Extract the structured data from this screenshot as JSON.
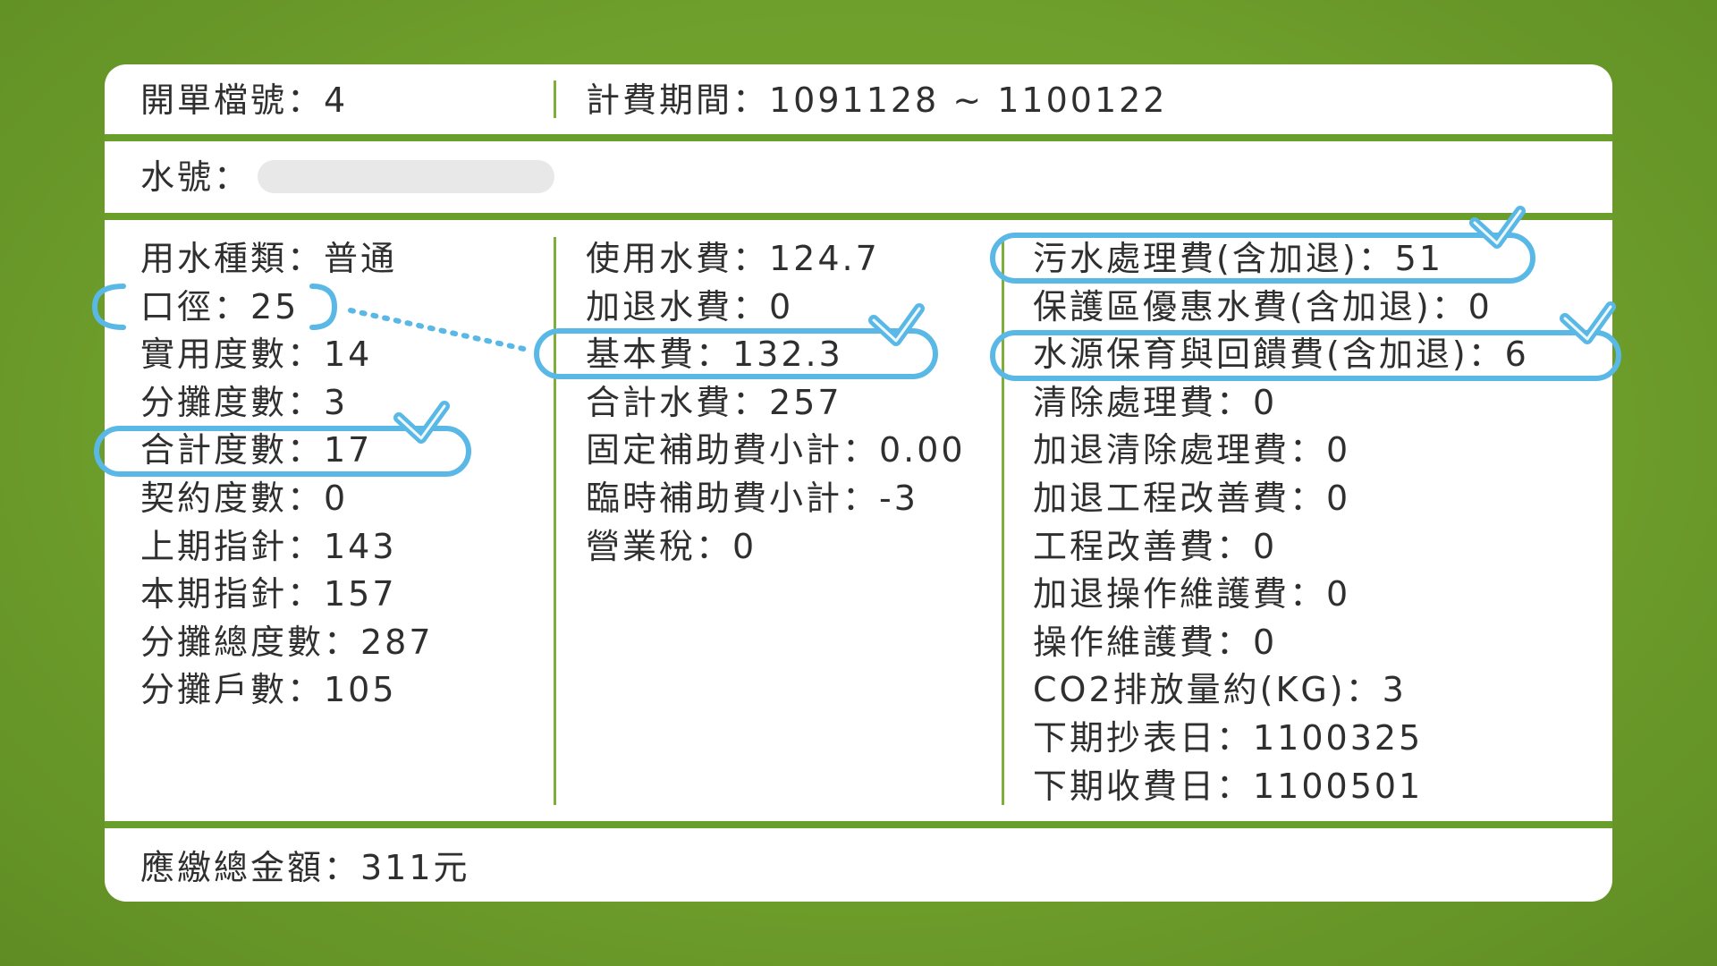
{
  "header": {
    "bill_no": "開單檔號：4",
    "period": "計費期間：1091128 ~ 1100122"
  },
  "water_no": {
    "label": "水號："
  },
  "left_column": [
    "用水種類：普通",
    "口徑：25",
    "實用度數：14",
    "分攤度數：3",
    "合計度數：17",
    "契約度數：0",
    "上期指針：143",
    "本期指針：157",
    "分攤總度數：287",
    "分攤戶數：105"
  ],
  "middle_column": [
    "使用水費：124.7",
    "加退水費：0",
    "基本費：132.3",
    "合計水費：257",
    "固定補助費小計：0.00",
    "臨時補助費小計：-3",
    "營業稅：0"
  ],
  "right_column": [
    "污水處理費(含加退)：51",
    "保護區優惠水費(含加退)：0",
    "水源保育與回饋費(含加退)：6",
    "清除處理費：0",
    "加退清除處理費：0",
    "加退工程改善費：0",
    "工程改善費：0",
    "加退操作維護費：0",
    "操作維護費：0",
    "CO2排放量約(KG)：3",
    "下期抄表日：1100325",
    "下期收費日：1100501"
  ],
  "footer": {
    "total": "應繳總金額：311元"
  },
  "colors": {
    "background": "#6f9f2c",
    "divider": "#6a9e2b",
    "highlight": "#5ab8e6",
    "card": "#ffffff"
  },
  "icons": [
    "check-icon",
    "dotted-connector"
  ]
}
